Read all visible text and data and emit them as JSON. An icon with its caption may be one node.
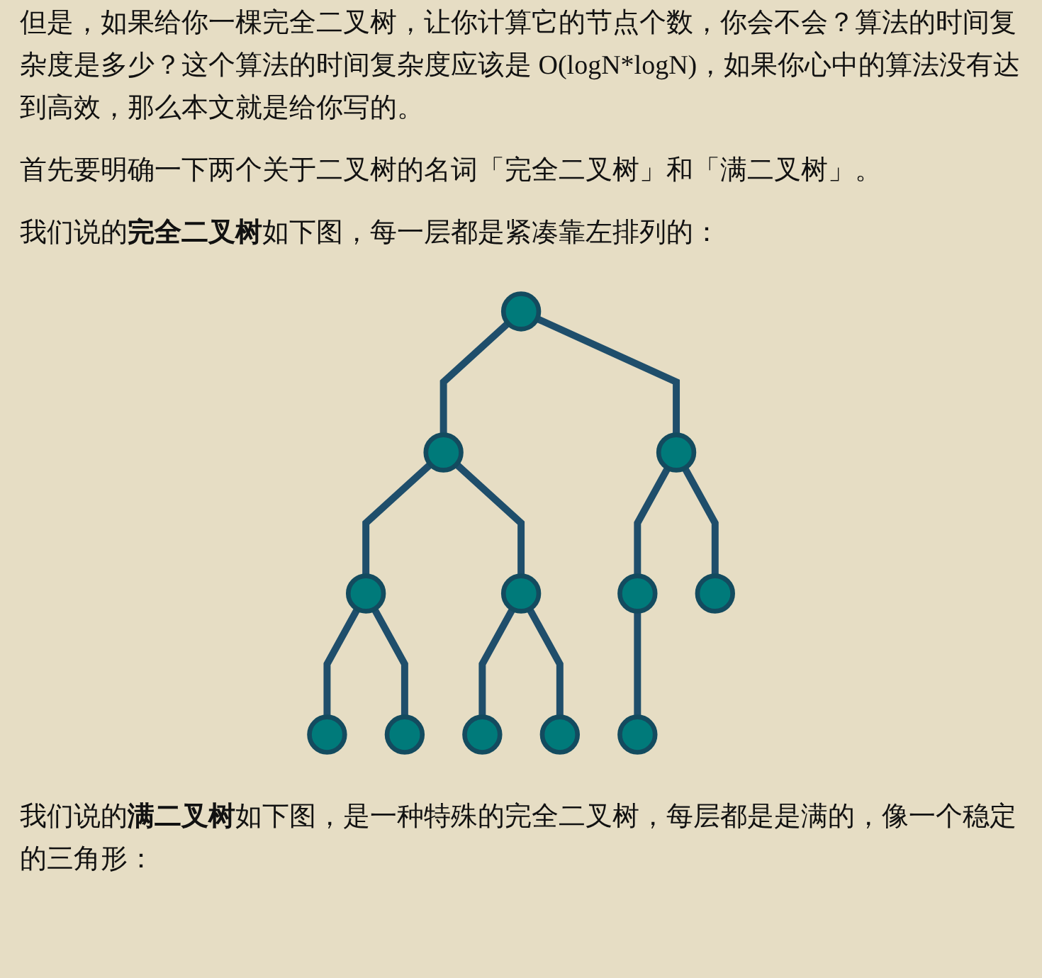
{
  "diagram": {
    "nodes": [
      {
        "text": [],
        "shape": "circle"
      },
      {
        "text": [],
        "shape": "circle"
      },
      {
        "text": [],
        "shape": "circle"
      },
      {
        "text": [],
        "shape": "circle"
      },
      {
        "text": [],
        "shape": "circle"
      },
      {
        "text": [],
        "shape": "circle"
      },
      {
        "text": [],
        "shape": "circle"
      },
      {
        "text": [],
        "shape": "circle"
      },
      {
        "text": [],
        "shape": "circle"
      },
      {
        "text": [],
        "shape": "circle"
      },
      {
        "text": [],
        "shape": "circle"
      },
      {
        "text": [],
        "shape": "circle"
      }
    ],
    "edges": [
      {
        "from": 0,
        "to": 1,
        "arrow": "none"
      },
      {
        "from": 0,
        "to": 2,
        "arrow": "none"
      },
      {
        "from": 1,
        "to": 3,
        "arrow": "none"
      },
      {
        "from": 1,
        "to": 4,
        "arrow": "none"
      },
      {
        "from": 2,
        "to": 5,
        "arrow": "none"
      },
      {
        "from": 2,
        "to": 6,
        "arrow": "none"
      },
      {
        "from": 3,
        "to": 7,
        "arrow": "none"
      },
      {
        "from": 3,
        "to": 8,
        "arrow": "none"
      },
      {
        "from": 4,
        "to": 9,
        "arrow": "none"
      },
      {
        "from": 4,
        "to": 10,
        "arrow": "none"
      },
      {
        "from": 5,
        "to": 11,
        "arrow": "none"
      }
    ],
    "labels": [
      "但是，如果给你一棵完全二叉树，让你计算它的节点个数，你会不会？算法的时间复杂度是多少？这个算法的时间复杂度应该是 O(logN*logN)，如果你心中的算法没有达到高效，那么本文就是给你写的。",
      "首先要明确一下两个关于二叉树的名词「完全二叉树」和「满二叉树」。",
      "我们说的**完全二叉树**如下图，每一层都是紧凑靠左排列的：",
      "我们说的**满二叉树**如下图，是一种特殊的完全二叉树，每层都是是满的，像一个稳定的三角形："
    ]
  }
}
